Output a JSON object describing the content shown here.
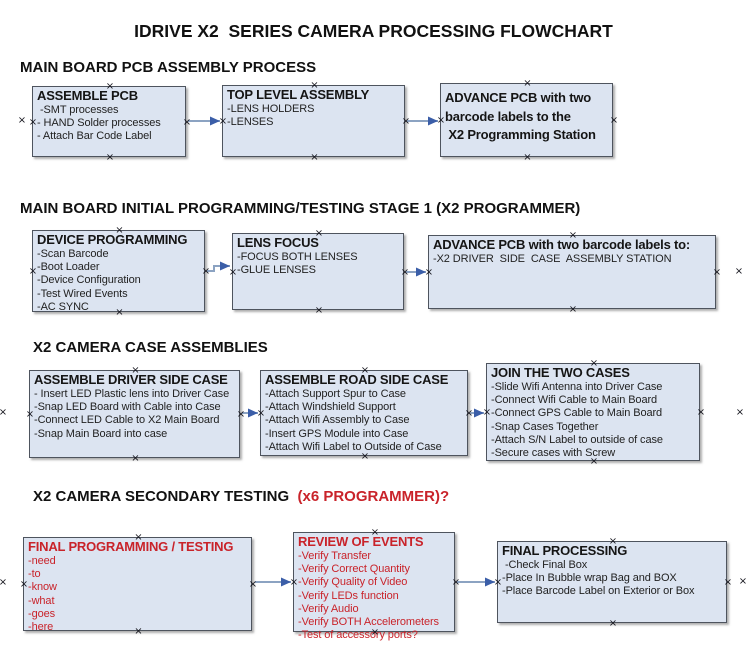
{
  "title": "IDRIVE X2  SERIES CAMERA PROCESSING FLOWCHART",
  "connector_glyph": "×",
  "colors": {
    "box_fill": "#dce4f1",
    "box_border": "#4e545e",
    "arrow_line": "#8ca3c2",
    "arrow_head": "#3b5ea8",
    "red_text": "#c9232a",
    "heading_text": "#111111"
  },
  "sections": [
    {
      "heading": "MAIN BOARD PCB ASSEMBLY PROCESS",
      "boxes": [
        {
          "title": "ASSEMBLE PCB",
          "items": [
            " -SMT processes",
            "- HAND Solder processes",
            "- Attach Bar Code Label"
          ]
        },
        {
          "title": "TOP LEVEL ASSEMBLY",
          "items": [
            "-LENS HOLDERS",
            "-LENSES"
          ]
        },
        {
          "title_lines": [
            "ADVANCE PCB with two",
            "barcode labels to the",
            " X2 Programming Station"
          ]
        }
      ]
    },
    {
      "heading": "MAIN BOARD INITIAL PROGRAMMING/TESTING STAGE 1 (X2 PROGRAMMER)",
      "boxes": [
        {
          "title": "DEVICE PROGRAMMING",
          "items": [
            "-Scan Barcode",
            "-Boot Loader",
            "-Device Configuration",
            "-Test Wired Events",
            "-AC SYNC"
          ]
        },
        {
          "title": "LENS FOCUS",
          "items": [
            "-FOCUS BOTH LENSES",
            "-GLUE LENSES"
          ]
        },
        {
          "title": "ADVANCE PCB with two barcode labels to:",
          "items": [
            "-X2 DRIVER  SIDE  CASE  ASSEMBLY STATION"
          ]
        }
      ]
    },
    {
      "heading": "X2 CAMERA CASE ASSEMBLIES",
      "boxes": [
        {
          "title": "ASSEMBLE DRIVER SIDE CASE",
          "items": [
            "- Insert LED Plastic lens into Driver Case",
            "-Snap LED Board with Cable into Case",
            "-Connect LED Cable to X2 Main Board",
            "-Snap Main Board into case"
          ]
        },
        {
          "title": "ASSEMBLE ROAD SIDE CASE",
          "items": [
            "-Attach Support Spur to Case",
            "-Attach Windshield Support",
            "-Attach Wifi Assembly to Case",
            "-Insert GPS Module into Case",
            "-Attach Wifi Label to Outside of Case"
          ]
        },
        {
          "title": "JOIN THE TWO CASES",
          "items": [
            "-Slide Wifi Antenna into Driver Case",
            "-Connect Wifi Cable to Main Board",
            "-Connect GPS Cable to Main Board",
            "-Snap Cases Together",
            "-Attach S/N Label to outside of case",
            "-Secure cases with Screw"
          ]
        }
      ]
    },
    {
      "heading_black": "X2 CAMERA SECONDARY TESTING  ",
      "heading_red": "(x6 PROGRAMMER)?",
      "boxes": [
        {
          "title": "FINAL PROGRAMMING / TESTING",
          "items": [
            "-need",
            "-to",
            "-know",
            "-what",
            "-goes",
            "-here"
          ]
        },
        {
          "title": "REVIEW OF EVENTS",
          "items": [
            "-Verify Transfer",
            "-Verify Correct Quantity",
            "-Verify Quality of Video",
            "-Verify LEDs function",
            "-Verify Audio",
            "-Verify BOTH Accelerometers",
            "-Test of accessory ports?"
          ]
        },
        {
          "title": "FINAL PROCESSING",
          "items": [
            " -Check Final Box",
            "-Place In Bubble wrap Bag and BOX",
            "-Place Barcode Label on Exterior or Box"
          ]
        }
      ]
    }
  ]
}
